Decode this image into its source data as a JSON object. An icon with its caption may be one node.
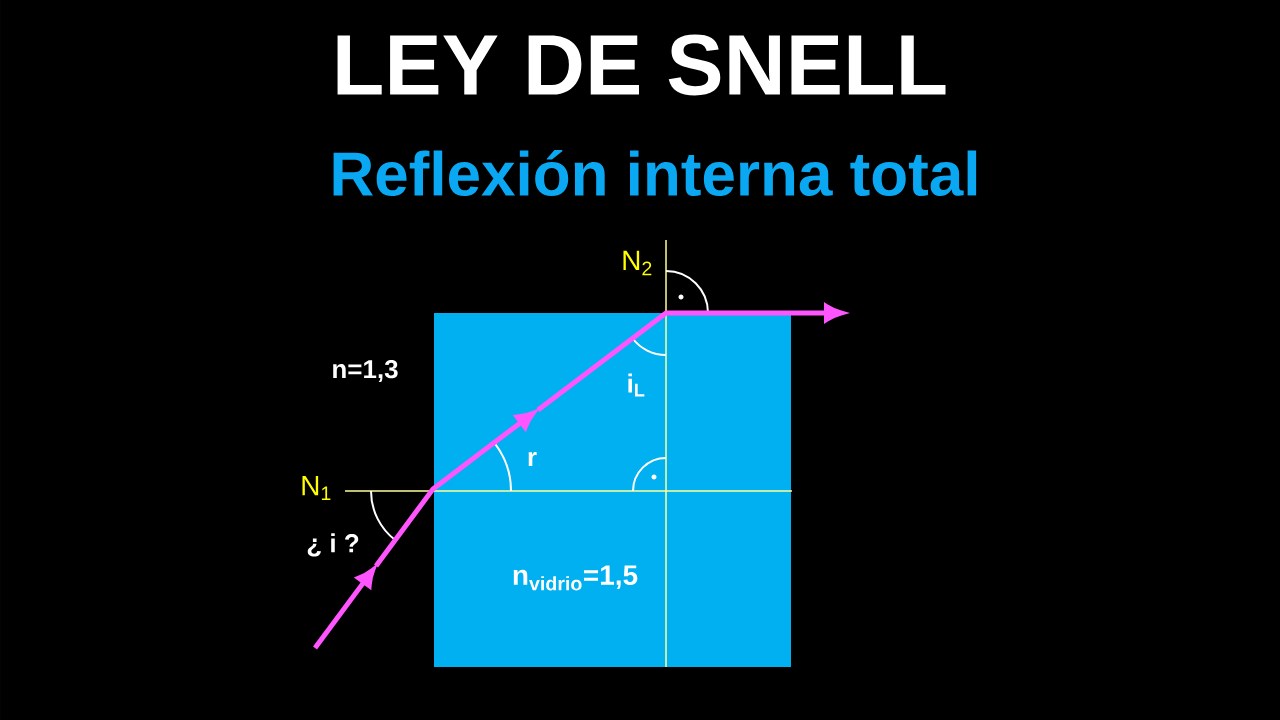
{
  "diagram": {
    "title": "LEY DE SNELL",
    "nodes": [
      {
        "text": [
          "n$_{vidrio}$=1,5"
        ]
      }
    ],
    "labels": [
      "Reflexión interna total",
      "N$_{2}$",
      "n=1,3",
      "i$_{L}$",
      "r",
      "N$_{1}$",
      "¿ i ?"
    ]
  }
}
